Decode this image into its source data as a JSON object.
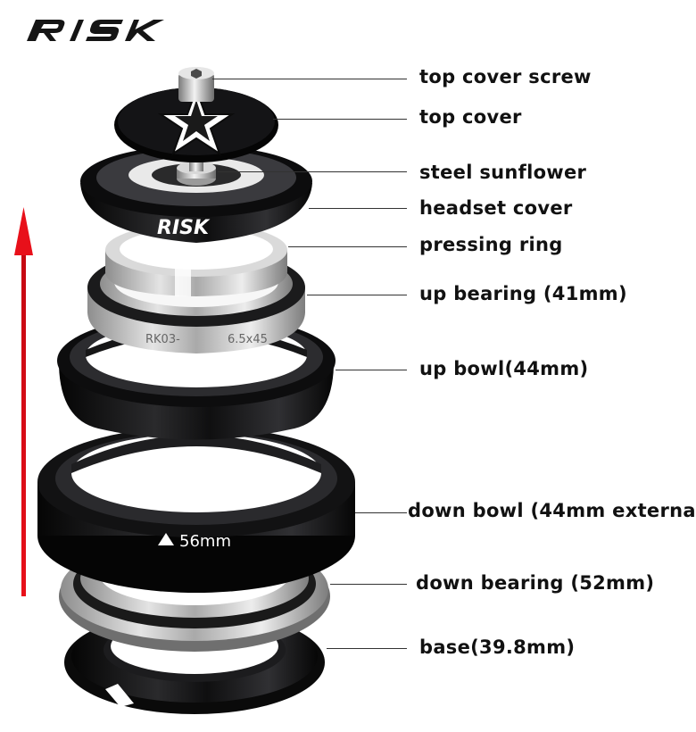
{
  "brand": {
    "name": "RISK"
  },
  "parts": [
    {
      "id": "top-cover-screw",
      "label": "top cover screw"
    },
    {
      "id": "top-cover",
      "label": "top cover"
    },
    {
      "id": "steel-sunflower",
      "label": "steel sunflower"
    },
    {
      "id": "headset-cover",
      "label": "headset cover"
    },
    {
      "id": "pressing-ring",
      "label": "pressing ring"
    },
    {
      "id": "up-bearing",
      "label": "up bearing (41mm)"
    },
    {
      "id": "up-bowl",
      "label": "up bowl(44mm)"
    },
    {
      "id": "down-bowl",
      "label": "down bowl (44mm externa"
    },
    {
      "id": "down-bearing",
      "label": "down bearing (52mm)"
    },
    {
      "id": "base",
      "label": "base(39.8mm)"
    }
  ],
  "product_marks": {
    "cover_logo": "RISK",
    "bearing_code": "RK03-",
    "bearing_size": "6.5x45",
    "bowl_size": "56mm"
  },
  "colors": {
    "accent_arrow": "#e8101a",
    "anodized_black": "#0b0b0c",
    "steel": "#c9c9c9",
    "label_text": "#111111"
  }
}
